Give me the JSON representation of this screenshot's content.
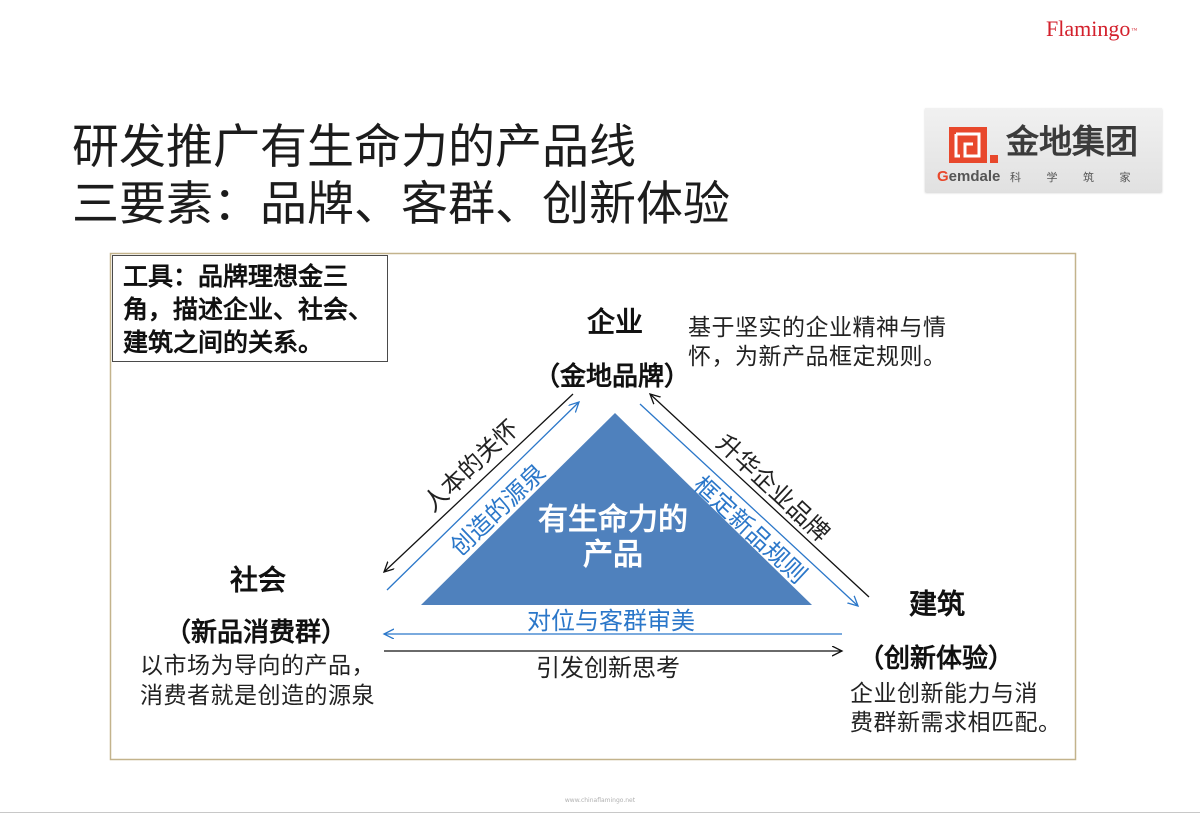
{
  "brand": {
    "name": "Flamingo",
    "trademark": "™"
  },
  "title": {
    "line1": "研发推广有生命力的产品线",
    "line2": "三要素：品牌、客群、创新体验"
  },
  "logo": {
    "icon": "gemdale-logo-mark",
    "name_cn": "金地集团",
    "name_en": "Gemdale",
    "slogan": "科 学 筑 家"
  },
  "tool_note": {
    "lines": [
      "工具：品牌理想金三",
      "角，描述企业、社会、",
      "建筑之间的关系。"
    ]
  },
  "diagram": {
    "center": {
      "line1": "有生命力的",
      "line2": "产品"
    },
    "nodes": {
      "enterprise": {
        "name": "企业",
        "sub": "（金地品牌）",
        "desc": [
          "基于坚实的企业精神与情",
          "怀，为新产品框定规则。"
        ]
      },
      "society": {
        "name": "社会",
        "sub": "（新品消费群）",
        "desc": [
          "以市场为导向的产品，",
          "消费者就是创造的源泉"
        ]
      },
      "architecture": {
        "name": "建筑",
        "sub": "（创新体验）",
        "desc": [
          "企业创新能力与消",
          "费群新需求相匹配。"
        ]
      }
    },
    "links": {
      "enterprise_to_society": {
        "label": "人本的关怀",
        "color": "black"
      },
      "society_to_enterprise": {
        "label": "创造的源泉",
        "color": "blue"
      },
      "architecture_to_enterprise": {
        "label": "升华企业品牌",
        "color": "black"
      },
      "enterprise_to_architecture": {
        "label": "框定新品规则",
        "color": "blue"
      },
      "architecture_to_society": {
        "label": "对位与客群审美",
        "color": "blue"
      },
      "society_to_architecture": {
        "label": "引发创新思考",
        "color": "black"
      }
    }
  },
  "footer": {
    "url": "www.chinaflamingo.net"
  },
  "colors": {
    "brand_red": "#d3202c",
    "triangle_fill": "#4f81bd",
    "accent_blue": "#2b77c9",
    "frame": "#c3b38c",
    "logo_orange": "#e8482c"
  }
}
